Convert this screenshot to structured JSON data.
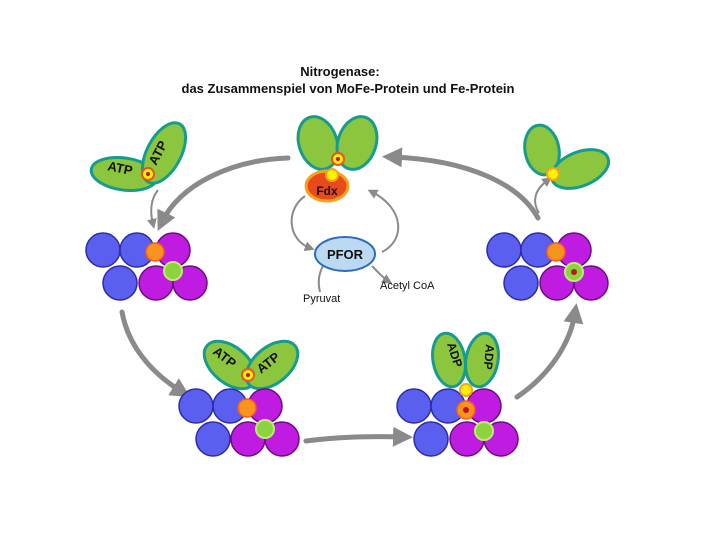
{
  "title": {
    "line1": "Nitrogenase:",
    "line2": "das Zusammenspiel von MoFe-Protein und Fe-Protein"
  },
  "labels": {
    "fdx": "Fdx",
    "pfor": "PFOR",
    "pyruvat": "Pyruvat",
    "acetylcoa": "Acetyl CoA",
    "atp": "ATP",
    "adp": "ADP"
  },
  "colors": {
    "lobe_green": "#8cc63f",
    "lobe_outline": "#169c8f",
    "mofe_blue": "#5b5ff0",
    "mofe_purple": "#c01be0",
    "cluster_orange": "#f7941d",
    "cluster_green": "#8ed23f",
    "fdx_red": "#e84a1c",
    "pfor_blue": "#bcd9f2",
    "arrow_gray": "#8a8a8a"
  }
}
